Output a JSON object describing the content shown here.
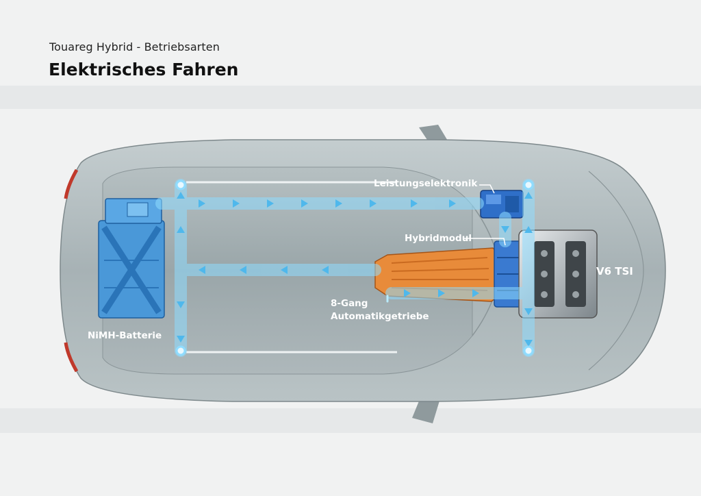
{
  "header": {
    "subtitle": "Touareg Hybrid - Betriebsarten",
    "title": "Elektrisches Fahren"
  },
  "labels": {
    "leistungselektronik": "Leistungselektronik",
    "hybridmodul": "Hybridmodul",
    "engine": "V6 TSI",
    "gearbox_line1": "8-Gang",
    "gearbox_line2": "Automatikgetriebe",
    "battery": "NiMH-Batterie"
  },
  "colors": {
    "body": "#a9b4b7",
    "battery": "#4a98d8",
    "gearbox": "#e88b3a",
    "power_electronics": "#2f6fc8",
    "flow": "#7fd4ff"
  }
}
